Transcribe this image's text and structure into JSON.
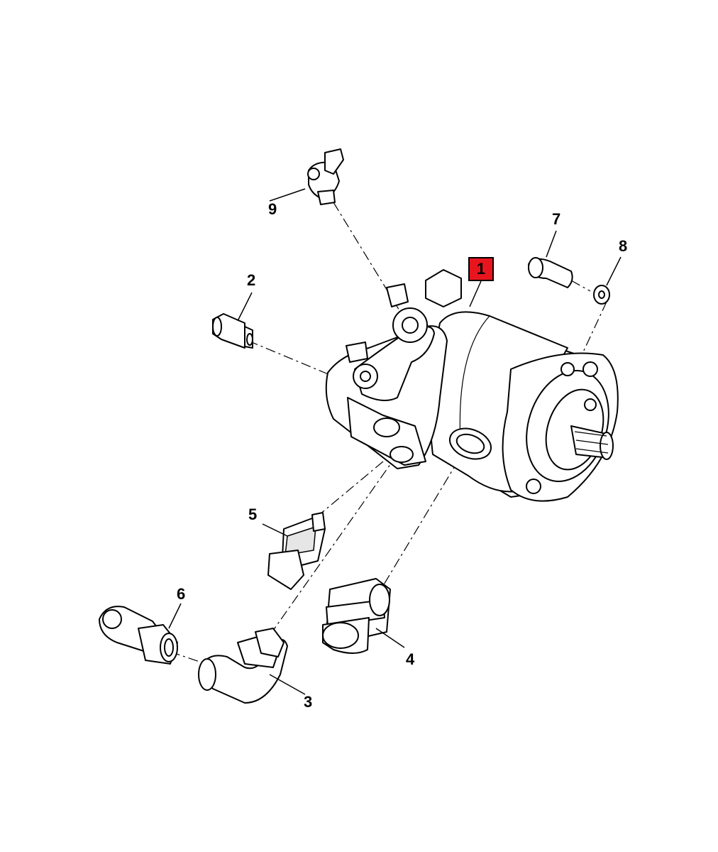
{
  "callouts": [
    {
      "id": "1",
      "label": "1",
      "highlighted": true
    },
    {
      "id": "2",
      "label": "2"
    },
    {
      "id": "3",
      "label": "3"
    },
    {
      "id": "4",
      "label": "4"
    },
    {
      "id": "5",
      "label": "5"
    },
    {
      "id": "6",
      "label": "6"
    },
    {
      "id": "7",
      "label": "7"
    },
    {
      "id": "8",
      "label": "8"
    },
    {
      "id": "9",
      "label": "9"
    }
  ],
  "colors": {
    "highlight": "#e8151f",
    "line": "#000000",
    "background": "#ffffff",
    "shade": "#e6e6e6"
  },
  "parts": [
    {
      "callout": "1",
      "icon": "hydraulic-pump-icon"
    },
    {
      "callout": "2",
      "icon": "plug-fitting-icon"
    },
    {
      "callout": "3",
      "icon": "elbow-fitting-icon"
    },
    {
      "callout": "4",
      "icon": "straight-adapter-icon"
    },
    {
      "callout": "5",
      "icon": "pressure-switch-icon"
    },
    {
      "callout": "6",
      "icon": "swivel-elbow-icon"
    },
    {
      "callout": "7",
      "icon": "bolt-icon"
    },
    {
      "callout": "8",
      "icon": "washer-icon"
    },
    {
      "callout": "9",
      "icon": "sensor-valve-icon"
    }
  ]
}
